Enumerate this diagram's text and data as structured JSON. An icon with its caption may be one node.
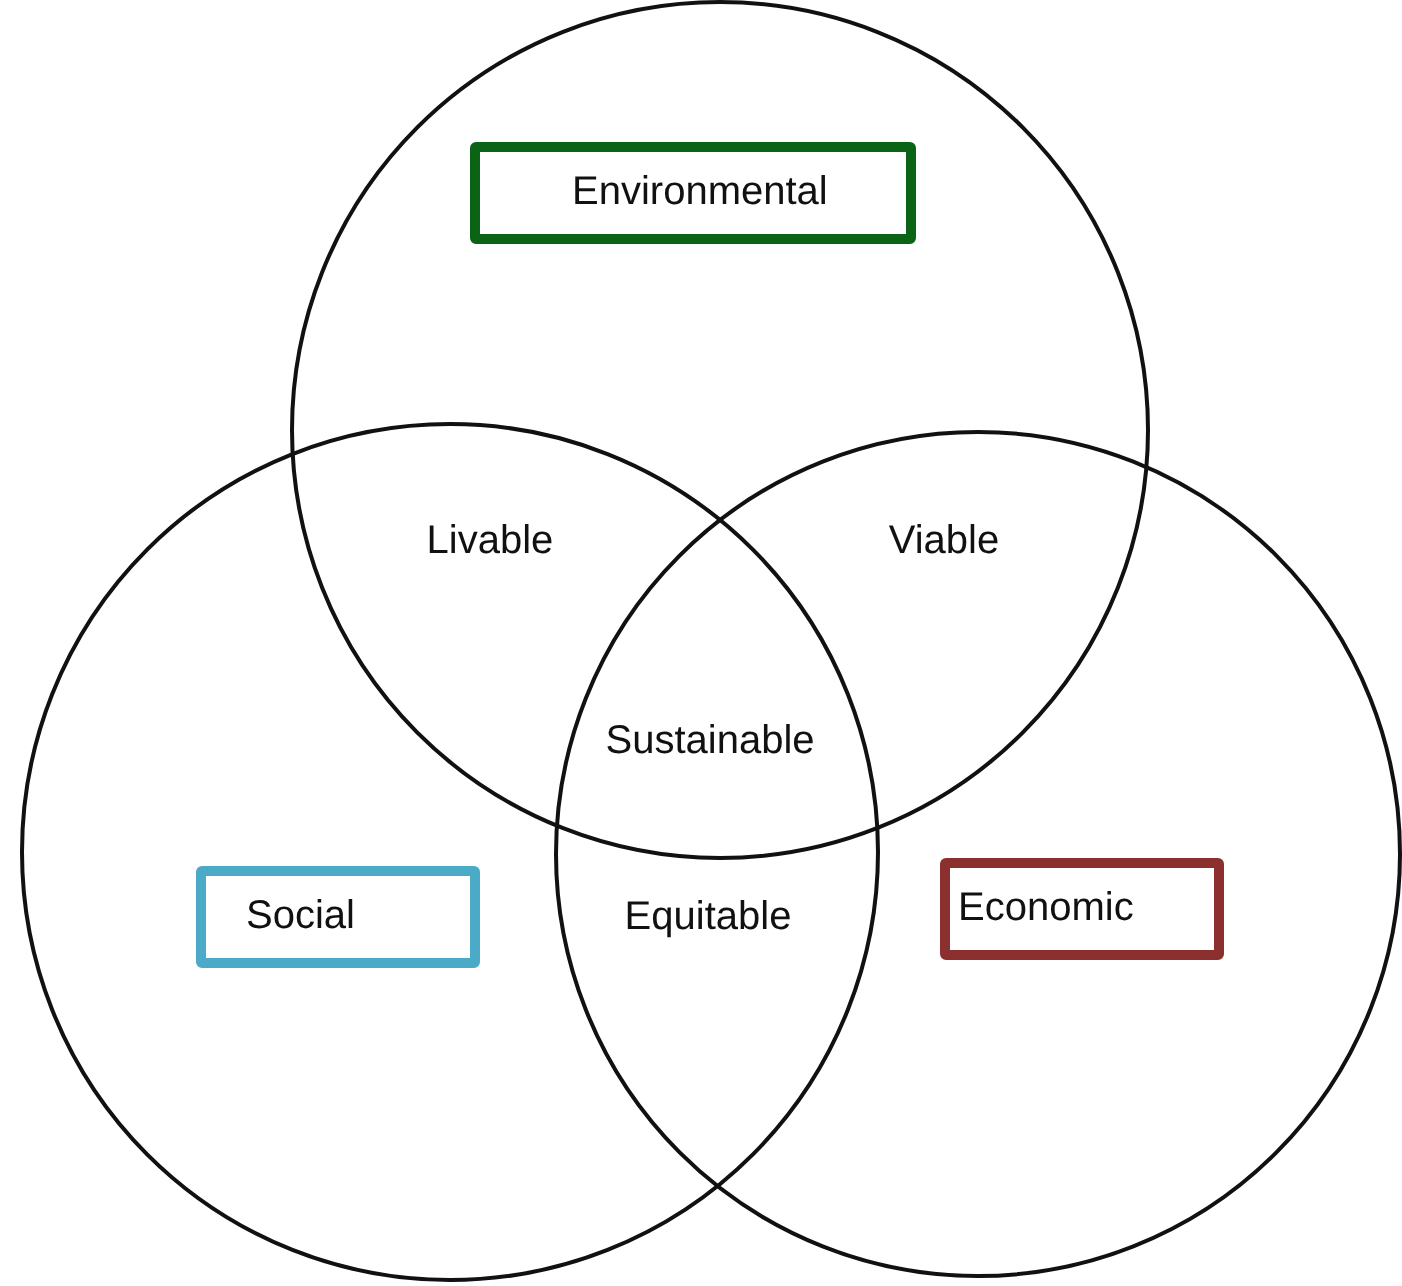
{
  "diagram": {
    "nodes": [
      {
        "text": [
          "Environmental"
        ]
      },
      {
        "text": [
          "Social"
        ]
      },
      {
        "text": [
          "Economic"
        ]
      }
    ],
    "labels": [
      "Livable",
      "Viable",
      "Sustainable",
      "Equitable"
    ]
  }
}
